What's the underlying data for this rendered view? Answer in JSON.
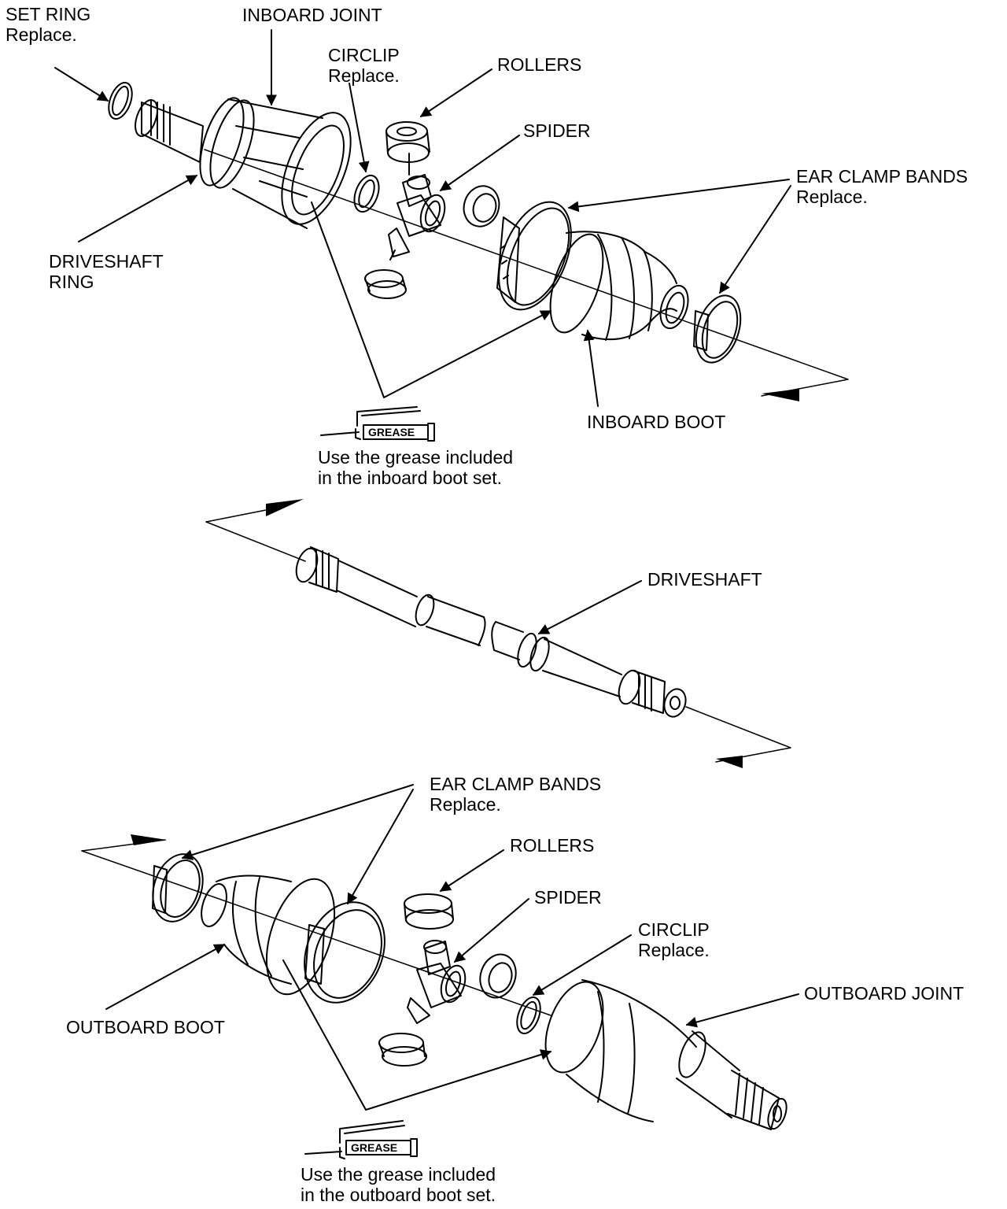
{
  "labels": {
    "set_ring": {
      "name": "SET RING",
      "note": "Replace."
    },
    "inboard_joint": {
      "name": "INBOARD JOINT"
    },
    "circlip_top": {
      "name": "CIRCLIP",
      "note": "Replace."
    },
    "rollers_top": {
      "name": "ROLLERS"
    },
    "spider_top": {
      "name": "SPIDER"
    },
    "ear_clamp_top": {
      "name": "EAR CLAMP BANDS",
      "note": "Replace."
    },
    "driveshaft_ring": {
      "line1": "DRIVESHAFT",
      "line2": "RING"
    },
    "inboard_boot": {
      "name": "INBOARD BOOT"
    },
    "grease_top": {
      "line1": "Use the grease included",
      "line2": "in the inboard boot set."
    },
    "driveshaft": {
      "name": "DRIVESHAFT"
    },
    "ear_clamp_bottom": {
      "name": "EAR CLAMP BANDS",
      "note": "Replace."
    },
    "rollers_bottom": {
      "name": "ROLLERS"
    },
    "spider_bottom": {
      "name": "SPIDER"
    },
    "circlip_bottom": {
      "name": "CIRCLIP",
      "note": "Replace."
    },
    "outboard_joint": {
      "name": "OUTBOARD JOINT"
    },
    "outboard_boot": {
      "name": "OUTBOARD BOOT"
    },
    "grease_bottom": {
      "line1": "Use the grease included",
      "line2": "in the outboard boot set."
    }
  },
  "grease_icon_text": "GREASE"
}
